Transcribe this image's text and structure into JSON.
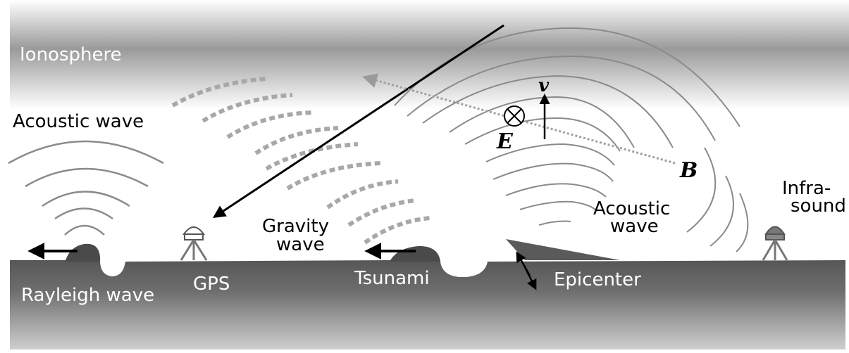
{
  "labels": {
    "ionosphere": "Ionosphere",
    "acoustic_wave_left": "Acoustic wave",
    "gravity_wave_line1": "Gravity",
    "gravity_wave_line2": "wave",
    "acoustic_wave_right_line1": "Acoustic",
    "acoustic_wave_right_line2": "wave",
    "infrasound_line1": "Infra-",
    "infrasound_line2": "sound",
    "rayleigh_wave": "Rayleigh wave",
    "gps": "GPS",
    "tsunami": "Tsunami",
    "epicenter": "Epicenter",
    "symbol_v": "v",
    "symbol_e": "E",
    "symbol_b": "B"
  },
  "colors": {
    "ionosphere_band": "#9a9a9a",
    "ground_dark": "#4a4a4a",
    "ground_light": "#b8b8b8",
    "wave_arc": "#8a8a8a",
    "gravity_dash": "#a8a8a8",
    "label_white": "#ffffff",
    "label_black": "#000000"
  },
  "icons": {
    "gps_receiver": "gps-tripod-icon",
    "infrasound_sensor": "sensor-tripod-icon",
    "magnetic_field_into_page": "circle-cross-icon"
  }
}
